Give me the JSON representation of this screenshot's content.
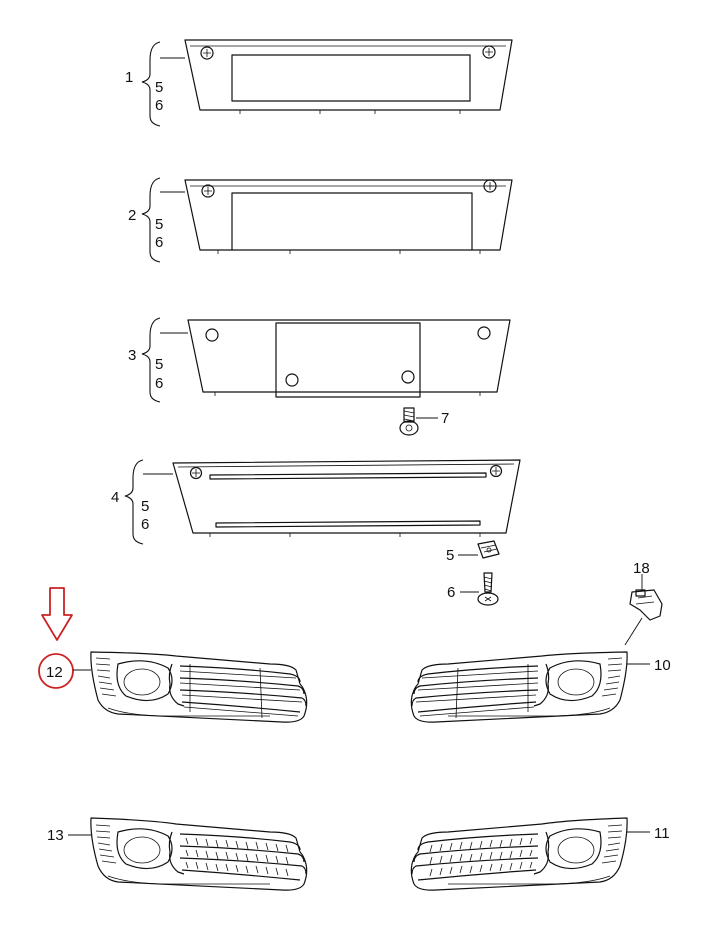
{
  "callouts": {
    "p1": "1",
    "p2": "2",
    "p3": "3",
    "p4": "4",
    "p5": "5",
    "p6": "6",
    "p7": "7",
    "p10": "10",
    "p11": "11",
    "p12": "12",
    "p13": "13",
    "p18": "18"
  },
  "colors": {
    "line": "#111111",
    "highlight": "#cc2222",
    "background": "#ffffff"
  }
}
